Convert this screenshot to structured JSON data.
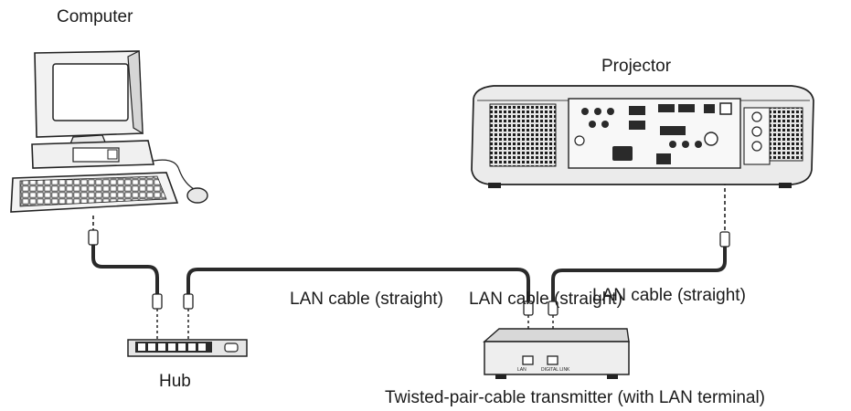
{
  "labels": {
    "computer": "Computer",
    "projector": "Projector",
    "hub": "Hub",
    "transmitter": "Twisted-pair-cable transmitter (with LAN terminal)",
    "cable_1": "LAN cable (straight)",
    "cable_2": "LAN cable (straight)",
    "cable_3": "LAN cable (straight)"
  },
  "transmitter_ports": [
    "LAN",
    "DIGITAL LINK"
  ]
}
